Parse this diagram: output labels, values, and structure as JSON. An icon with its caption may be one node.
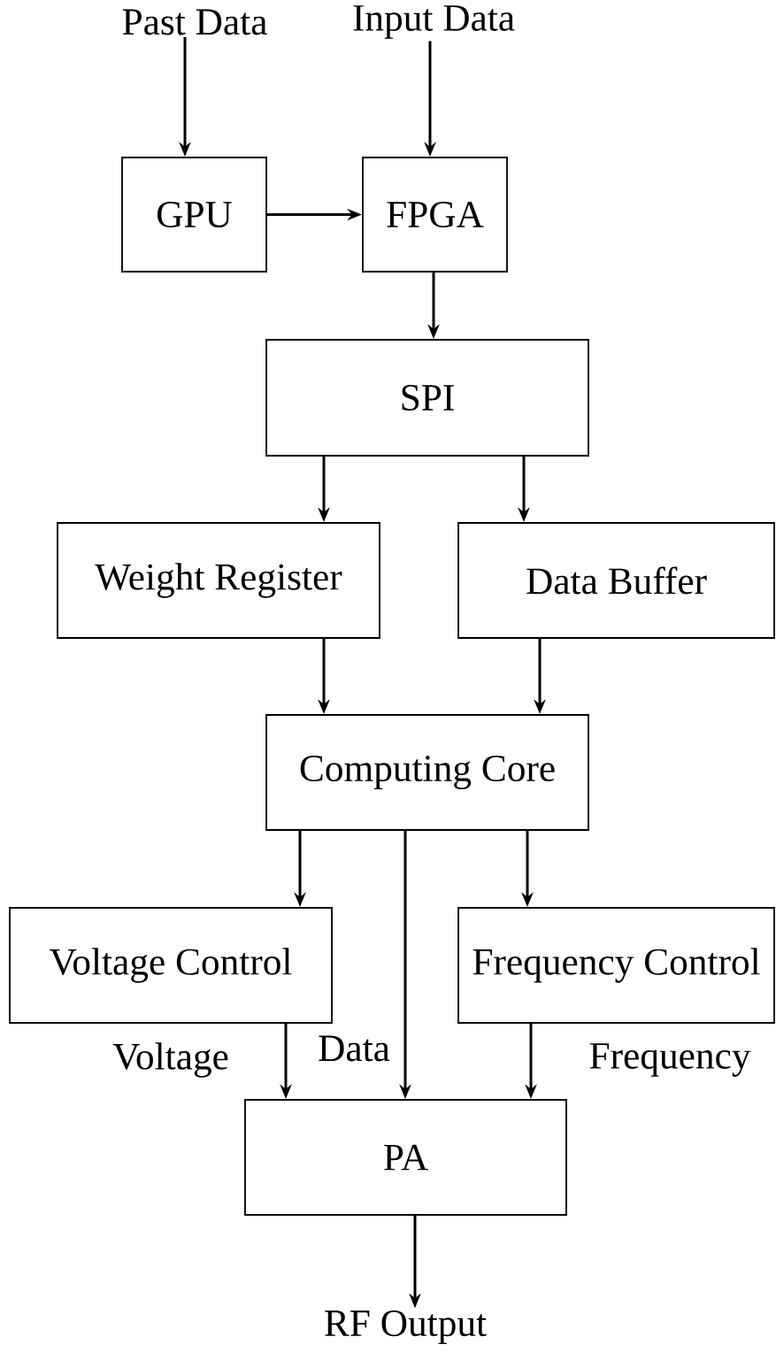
{
  "diagram": {
    "nodes": [
      {
        "text": [
          "Past Data"
        ]
      },
      {
        "text": [
          "Input Data"
        ]
      },
      {
        "text": [
          "GPU"
        ]
      },
      {
        "text": [
          "FPGA"
        ]
      },
      {
        "text": [
          "SPI"
        ]
      },
      {
        "text": [
          "Weight Register"
        ]
      },
      {
        "text": [
          "Data Buffer"
        ]
      },
      {
        "text": [
          "Computing Core"
        ]
      },
      {
        "text": [
          "Voltage Control"
        ]
      },
      {
        "text": [
          "Frequency Control"
        ]
      },
      {
        "text": [
          "PA"
        ]
      },
      {
        "text": [
          "RF Output"
        ]
      }
    ],
    "edges": [
      {
        "from": 0,
        "to": 2,
        "arrow": "to"
      },
      {
        "from": 1,
        "to": 3,
        "arrow": "to"
      },
      {
        "from": 2,
        "to": 3,
        "arrow": "to"
      },
      {
        "from": 3,
        "to": 4,
        "arrow": "to"
      },
      {
        "from": 4,
        "to": 5,
        "arrow": "to"
      },
      {
        "from": 4,
        "to": 6,
        "arrow": "to"
      },
      {
        "from": 5,
        "to": 7,
        "arrow": "to"
      },
      {
        "from": 6,
        "to": 7,
        "arrow": "to"
      },
      {
        "from": 7,
        "to": 8,
        "arrow": "to"
      },
      {
        "from": 7,
        "to": 10,
        "arrow": "to",
        "label": "Data"
      },
      {
        "from": 7,
        "to": 9,
        "arrow": "to"
      },
      {
        "from": 8,
        "to": 10,
        "arrow": "to",
        "label": "Voltage"
      },
      {
        "from": 9,
        "to": 10,
        "arrow": "to",
        "label": "Frequency"
      },
      {
        "from": 10,
        "to": 11,
        "arrow": "to"
      }
    ]
  }
}
